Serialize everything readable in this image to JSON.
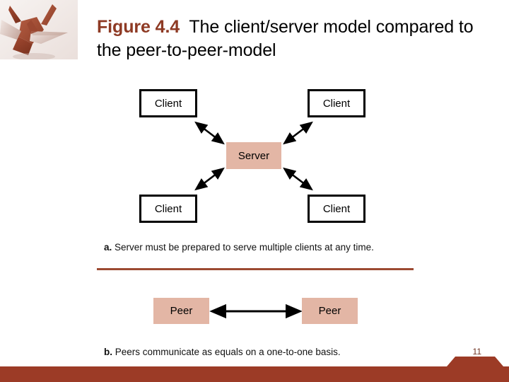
{
  "slide": {
    "title": {
      "figure_label": "Figure 4.4",
      "figure_title": "The client/server model compared to the peer-to-peer-model"
    },
    "slide_number": "11",
    "logo_alt": "origami-crane"
  },
  "colors": {
    "accent_brick": "#8e3a24",
    "footer_bar": "#9c3b26",
    "divider": "#9c4a32",
    "box_fill_salmon": "#e3b6a5",
    "box_border_black": "#000000",
    "slide_number_color": "#6f3322"
  },
  "figure": {
    "part_a": {
      "caption_label": "a.",
      "caption_text": " Server must be prepared to serve multiple clients at any time.",
      "center_node": "Server",
      "nodes": [
        {
          "id": "client-top-left",
          "label": "Client"
        },
        {
          "id": "client-top-right",
          "label": "Client"
        },
        {
          "id": "client-bottom-left",
          "label": "Client"
        },
        {
          "id": "client-bottom-right",
          "label": "Client"
        }
      ],
      "edges": [
        {
          "from": "Server",
          "to": "Client",
          "type": "bidirectional"
        },
        {
          "from": "Server",
          "to": "Client",
          "type": "bidirectional"
        },
        {
          "from": "Server",
          "to": "Client",
          "type": "bidirectional"
        },
        {
          "from": "Server",
          "to": "Client",
          "type": "bidirectional"
        }
      ]
    },
    "part_b": {
      "caption_label": "b.",
      "caption_text": " Peers communicate as equals on a one-to-one basis.",
      "nodes": [
        {
          "id": "peer-left",
          "label": "Peer"
        },
        {
          "id": "peer-right",
          "label": "Peer"
        }
      ],
      "edges": [
        {
          "from": "Peer",
          "to": "Peer",
          "type": "bidirectional"
        }
      ]
    }
  }
}
